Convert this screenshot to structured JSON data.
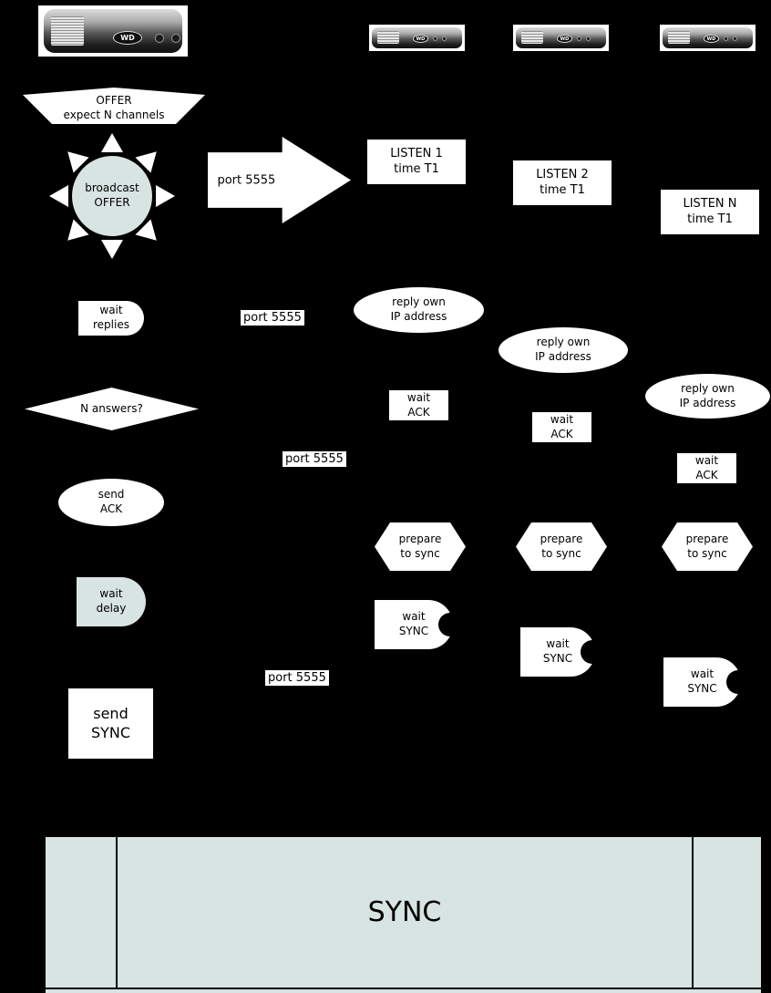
{
  "colors": {
    "background": "#000000",
    "shape_fill": "#ffffff",
    "accent_fill": "#d8e4e2",
    "text": "#000000"
  },
  "devices": {
    "logo": "WD"
  },
  "flow": {
    "offer_banner": {
      "l1": "OFFER",
      "l2": "expect N channels"
    },
    "broadcast_node": {
      "l1": "broadcast",
      "l2": "OFFER"
    },
    "arrow_port": "port 5555",
    "wait_replies": {
      "l1": "wait",
      "l2": "replies"
    },
    "port_label_1": "port 5555",
    "n_answers": "N answers?",
    "send_ack": {
      "l1": "send",
      "l2": "ACK"
    },
    "port_label_2": "port 5555",
    "wait_delay": {
      "l1": "wait",
      "l2": "delay"
    },
    "port_label_3": "port 5555",
    "send_sync": {
      "l1": "send",
      "l2": "SYNC"
    },
    "sync_bar_label": "SYNC"
  },
  "clients": [
    {
      "listen_l1": "LISTEN 1",
      "listen_l2": "time T1",
      "reply_l1": "reply own",
      "reply_l2": "IP address",
      "wait_ack_l1": "wait",
      "wait_ack_l2": "ACK",
      "prepare_l1": "prepare",
      "prepare_l2": "to sync",
      "wait_sync_l1": "wait",
      "wait_sync_l2": "SYNC"
    },
    {
      "listen_l1": "LISTEN 2",
      "listen_l2": "time T1",
      "reply_l1": "reply own",
      "reply_l2": "IP address",
      "wait_ack_l1": "wait",
      "wait_ack_l2": "ACK",
      "prepare_l1": "prepare",
      "prepare_l2": "to sync",
      "wait_sync_l1": "wait",
      "wait_sync_l2": "SYNC"
    },
    {
      "listen_l1": "LISTEN N",
      "listen_l2": "time T1",
      "reply_l1": "reply own",
      "reply_l2": "IP address",
      "wait_ack_l1": "wait",
      "wait_ack_l2": "ACK",
      "prepare_l1": "prepare",
      "prepare_l2": "to sync",
      "wait_sync_l1": "wait",
      "wait_sync_l2": "SYNC"
    }
  ]
}
